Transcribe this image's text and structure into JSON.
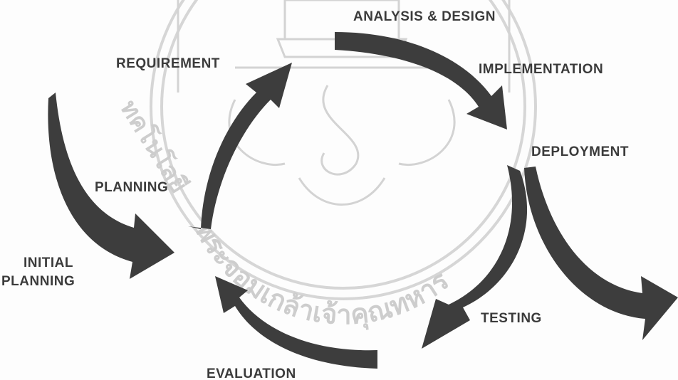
{
  "diagram": {
    "stages": {
      "analysis_design": "ANALYSIS & DESIGN",
      "requirement": "REQUIREMENT",
      "implementation": "IMPLEMENTATION",
      "deployment": "DEPLOYMENT",
      "planning": "PLANNING",
      "initial_planning_line1": "INITIAL",
      "initial_planning_line2": "PLANNING",
      "testing": "TESTING",
      "evaluation": "EVALUATION"
    },
    "watermark_text": "พระจอมเกล้าเจ้าคุณทหาร",
    "watermark_side_text": "ทคโนโลยี",
    "colors": {
      "arrow": "#3d3d3d",
      "text": "#3b3b3b",
      "watermark": "#cfcfcf"
    }
  }
}
